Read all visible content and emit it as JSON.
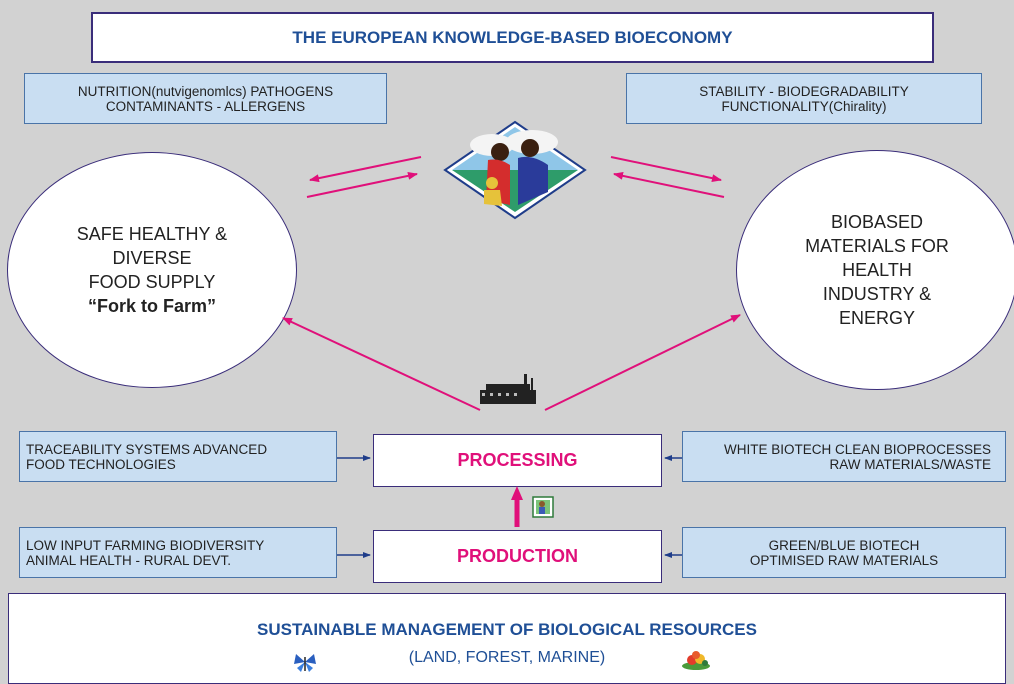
{
  "header": {
    "title": "THE EUROPEAN KNOWLEDGE-BASED BIOECONOMY"
  },
  "top_left_box": {
    "line1": "NUTRITION(nutvigenomlcs)  PATHOGENS",
    "line2": "CONTAMINANTS - ALLERGENS"
  },
  "top_right_box": {
    "line1": "STABILITY - BIODEGRADABILITY",
    "line2": "FUNCTIONALITY(Chirality)"
  },
  "left_ellipse": {
    "line1": "SAFE HEALTHY &",
    "line2": "DIVERSE",
    "line3": "FOOD SUPPLY",
    "line4": "“Fork to Farm”"
  },
  "right_ellipse": {
    "line1": "BIOBASED",
    "line2": "MATERIALS FOR",
    "line3": "HEALTH",
    "line4": "INDUSTRY &",
    "line5": "ENERGY"
  },
  "processing": {
    "label": "PROCESSING"
  },
  "production": {
    "label": "PRODUCTION"
  },
  "mid_left_box": {
    "line1": "TRACEABILITY SYSTEMS ADVANCED",
    "line2": "FOOD TECHNOLOGIES"
  },
  "mid_right_box": {
    "line1": "WHITE BIOTECH CLEAN BIOPROCESSES",
    "line2": "RAW MATERIALS/WASTE"
  },
  "bottom_left_box": {
    "line1": "LOW INPUT FARMING  BIODIVERSITY",
    "line2": "ANIMAL HEALTH - RURAL DEVT."
  },
  "bottom_right_box": {
    "line1": "GREEN/BLUE BIOTECH",
    "line2": "OPTIMISED RAW MATERIALS"
  },
  "footer": {
    "title": "SUSTAINABLE MANAGEMENT OF BIOLOGICAL RESOURCES",
    "subtitle": "(LAND, FOREST, MARINE)"
  },
  "colors": {
    "arrow_magenta": "#e0107a",
    "arrow_blue": "#1f3d8a",
    "heading_blue": "#1f4f96",
    "box_fill": "#c9def2",
    "background": "#d2d2d2"
  },
  "icons": [
    "family-icon",
    "factory-icon",
    "farmer-icon",
    "butterfly-icon",
    "flower-icon"
  ]
}
